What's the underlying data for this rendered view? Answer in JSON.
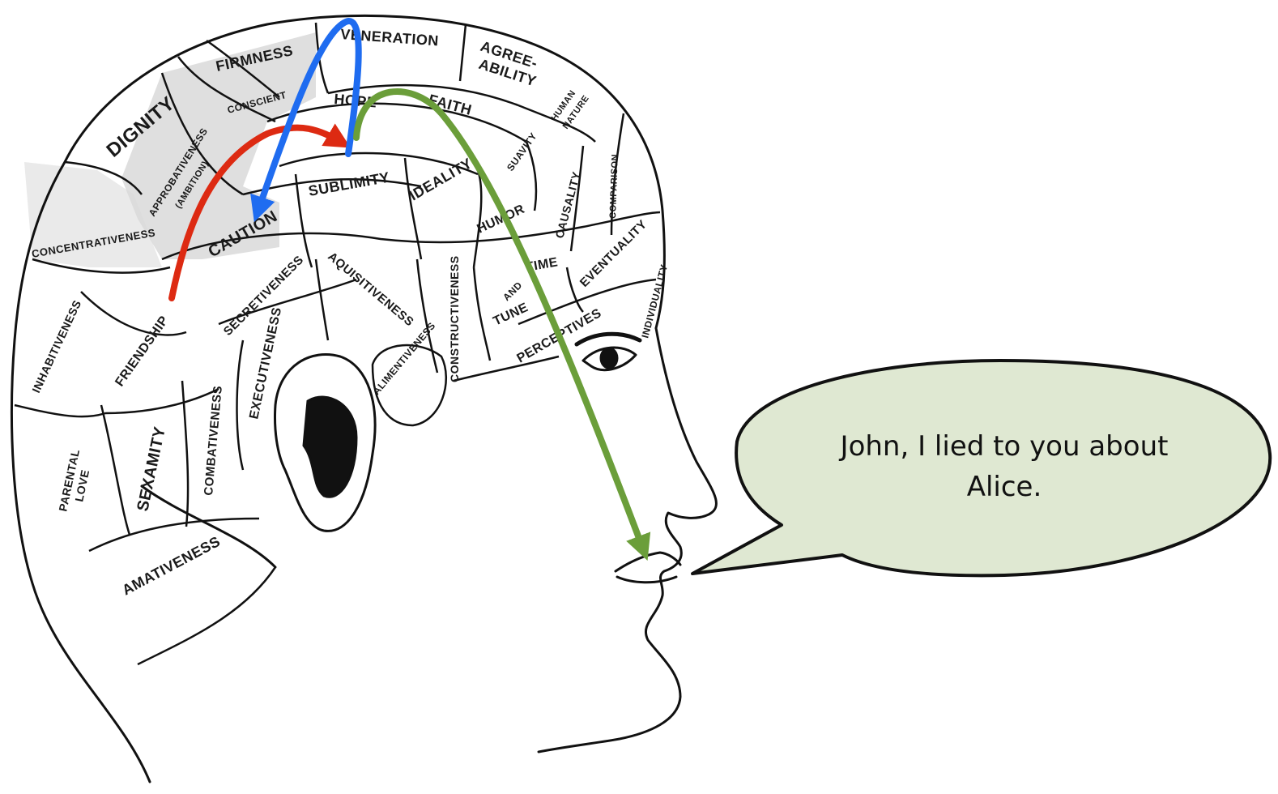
{
  "speech_bubble": {
    "line1": "John, I lied to you about",
    "line2": "Alice.",
    "fill": "#dfe8d2",
    "stroke": "#111111"
  },
  "regions": {
    "firmness": "FIRMNESS",
    "veneration": "VENERATION",
    "agreeability_1": "AGREE-",
    "agreeability_2": "ABILITY",
    "dignity": "DIGNITY",
    "conscientiousness": "CONSCIENT",
    "hope": "HOPE",
    "faith": "FAITH",
    "human_nature_1": "HUMAN",
    "human_nature_2": "NATURE",
    "approbativeness_1": "APPROBATIVENESS",
    "approbativeness_2": "(AMBITION)",
    "suavity": "SUAVITY",
    "comparison": "COMPARISON",
    "sublimity": "SUBLIMITY",
    "ideality": "IDEALITY",
    "causality": "CAUSALITY",
    "concentrativeness": "CONCENTRATIVENESS",
    "cautiousness": "CAUTION",
    "humor": "HUMOR",
    "eventuality": "EVENTUALITY",
    "secretiveness": "SECRETIVENESS",
    "aquisitiveness": "AQUISITIVENESS",
    "constructiveness": "CONSTRUCTIVENESS",
    "time": "TIME",
    "tune_1": "AND",
    "tune_2": "TUNE",
    "individuality": "INDIVIDUALITY",
    "inhabitiveness": "INHABITIVENESS",
    "friendship": "FRIENDSHIP",
    "perceptives": "PERCEPTIVES",
    "executiveness": "EXECUTIVENESS",
    "alimentiveness": "ALIMENTIVENESS",
    "combativeness": "COMBATIVENESS",
    "sexamity": "SEXAMITY",
    "parental_love_1": "PARENTAL",
    "parental_love_2": "LOVE",
    "amativeness": "AMATIVENESS"
  },
  "arrows": {
    "red": "#dd2a12",
    "blue": "#1f6cf0",
    "green": "#6b9e3a"
  },
  "colors": {
    "line": "#111111",
    "shade": "#d6d6d6"
  }
}
